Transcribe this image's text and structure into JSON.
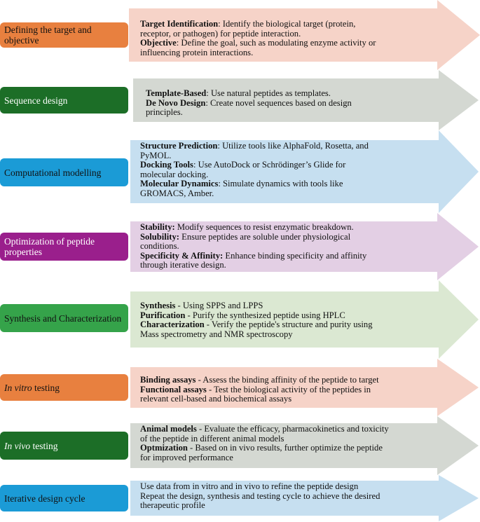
{
  "steps": [
    {
      "label": "Defining the target and objective",
      "label_color": "#e8803f",
      "label_text_color": "#111111",
      "arrow_color": "#f6d3c8",
      "lines": [
        {
          "term": "Target Identification",
          "rest": ": Identify the biological target (protein,"
        },
        {
          "term": "",
          "rest": "receptor, or pathogen) for peptide interaction."
        },
        {
          "term": "Objective",
          "rest": ": Define the goal, such as modulating enzyme activity or"
        },
        {
          "term": "",
          "rest": "influencing protein interactions."
        }
      ]
    },
    {
      "label": "Sequence design",
      "label_color": "#1c6e27",
      "label_text_color": "#ffffff",
      "arrow_color": "#d4d8d2",
      "lines": [
        {
          "term": "Template-Based",
          "rest": ": Use natural peptides as templates."
        },
        {
          "term": "De Novo Design",
          "rest": ": Create novel sequences based on design"
        },
        {
          "term": "",
          "rest": "principles."
        }
      ]
    },
    {
      "label": "Computational modelling",
      "label_color": "#1b9bd6",
      "label_text_color": "#111111",
      "arrow_color": "#c6dff0",
      "lines": [
        {
          "term": "Structure Prediction",
          "rest": ": Utilize tools like AlphaFold, Rosetta, and"
        },
        {
          "term": "",
          "rest": "PyMOL."
        },
        {
          "term": "Docking Tools",
          "rest": ": Use AutoDock or Schrödinger’s Glide for"
        },
        {
          "term": "",
          "rest": "molecular docking."
        },
        {
          "term": "Molecular Dynamics",
          "rest": ": Simulate dynamics with tools like"
        },
        {
          "term": "",
          "rest": "GROMACS, Amber."
        }
      ]
    },
    {
      "label": "Optimization of peptide properties",
      "label_color": "#9a1f8c",
      "label_text_color": "#ffffff",
      "arrow_color": "#e3cfe4",
      "lines": [
        {
          "term": "Stability:",
          "rest": " Modify sequences to resist enzymatic breakdown."
        },
        {
          "term": "Solubility:",
          "rest": " Ensure peptides are soluble under physiological"
        },
        {
          "term": "",
          "rest": "conditions."
        },
        {
          "term": "Specificity & Affinity:",
          "rest": " Enhance binding specificity and affinity"
        },
        {
          "term": "",
          "rest": "through iterative design."
        }
      ]
    },
    {
      "label": "Synthesis and Characterization",
      "label_color": "#35a34a",
      "label_text_color": "#111111",
      "arrow_color": "#dbe8d2",
      "lines": [
        {
          "term": "Synthesis",
          "rest": " - Using SPPS and LPPS"
        },
        {
          "term": "Purification",
          "rest": " - Purify the synthesized peptide using HPLC"
        },
        {
          "term": "Characterization",
          "rest": " - Verify the peptide's structure and purity using"
        },
        {
          "term": "",
          "rest": "Mass spectrometry and NMR spectroscopy"
        }
      ]
    },
    {
      "label_italic": "In vitro",
      "label": " testing",
      "label_color": "#e8803f",
      "label_text_color": "#111111",
      "arrow_color": "#f6d3c8",
      "lines": [
        {
          "term": "Binding assays",
          "rest": " - Assess the binding affinity of the peptide to target"
        },
        {
          "term": "Functional assays",
          "rest": " - Test the biological activity of the peptides in"
        },
        {
          "term": "",
          "rest": "relevant cell-based and biochemical assays"
        }
      ]
    },
    {
      "label_italic": "In vivo",
      "label": " testing",
      "label_color": "#1c6e27",
      "label_text_color": "#ffffff",
      "arrow_color": "#d4d8d2",
      "lines": [
        {
          "term": "Animal models",
          "rest": " - Evaluate the efficacy, pharmacokinetics and toxicity"
        },
        {
          "term": "",
          "rest": "of the peptide in different animal models"
        },
        {
          "term": "Optmization",
          "rest": " - Based on in vivo results, further optimize the peptide"
        },
        {
          "term": "",
          "rest": "for improved performance"
        }
      ]
    },
    {
      "label": "Iterative design cycle",
      "label_color": "#1b9bd6",
      "label_text_color": "#111111",
      "arrow_color": "#c6dff0",
      "lines": [
        {
          "term": "",
          "rest": "Use data from in vitro and in vivo to refine the peptide design"
        },
        {
          "term": "",
          "rest": "Repeat the design, synthesis and testing cycle to achieve the desired"
        },
        {
          "term": "",
          "rest": "therapeutic profile"
        }
      ]
    }
  ]
}
